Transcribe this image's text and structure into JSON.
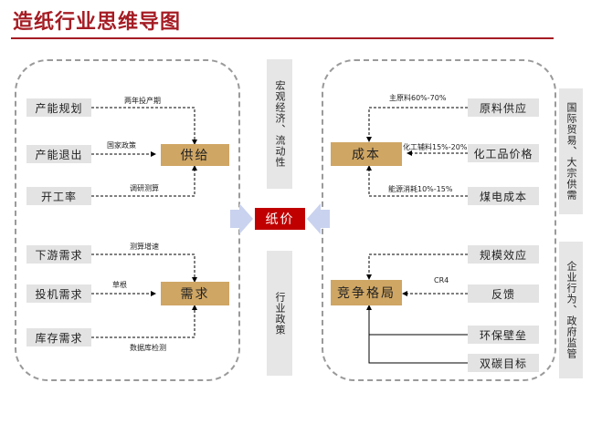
{
  "title": "造纸行业思维导图",
  "center": "纸价",
  "middle_columns": {
    "top": "宏观经济、流动性",
    "bottom": "行业政策"
  },
  "right_columns": {
    "top": "国际贸易、大宗供需",
    "bottom": "企业行为、政府监管"
  },
  "supply": {
    "hub": "供给",
    "factors": [
      "产能规划",
      "产能退出",
      "开工率"
    ],
    "labels": [
      "两年投产期",
      "国家政策",
      "调研测算"
    ]
  },
  "demand": {
    "hub": "需求",
    "factors": [
      "下游需求",
      "投机需求",
      "库存需求"
    ],
    "labels": [
      "测算增速",
      "草根",
      "数据库检测"
    ]
  },
  "cost": {
    "hub": "成本",
    "factors": [
      "原料供应",
      "化工品价格",
      "煤电成本"
    ],
    "labels": [
      "主原料60%-70%",
      "化工辅料15%-20%",
      "能源消耗10%-15%"
    ]
  },
  "competition": {
    "hub": "竞争格局",
    "factors": [
      "规模效应",
      "反馈",
      "环保壁垒",
      "双碳目标"
    ],
    "labels": [
      "CR4"
    ]
  },
  "colors": {
    "title": "#a51c24",
    "center": "#c00000",
    "hub": "#cfa664",
    "box": "#e3e3e3",
    "arrow_fill": "#c9d2ee"
  }
}
